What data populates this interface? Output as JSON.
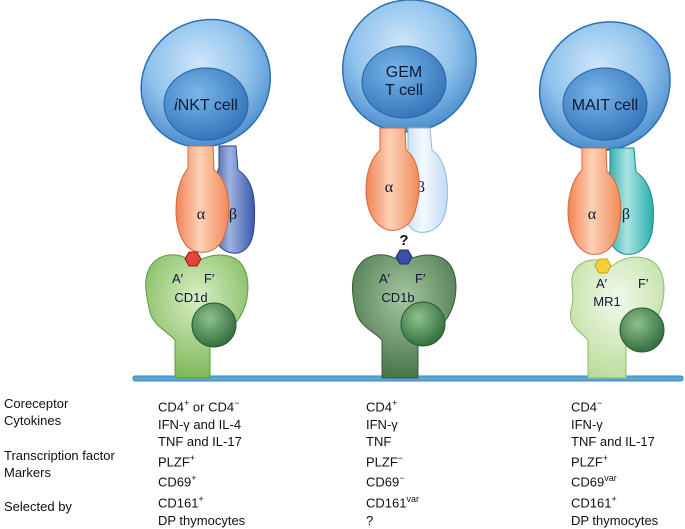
{
  "cells": [
    {
      "key": "inkt",
      "name_italic": "i",
      "name": "NKT cell",
      "chain_alpha": "α",
      "chain_beta": "β",
      "ligand_a": "A′",
      "ligand_f": "F′",
      "molecule": "CD1d"
    },
    {
      "key": "gem",
      "name_line1": "GEM",
      "name_line2": "T cell",
      "chain_alpha": "α",
      "chain_beta": "β",
      "antigen_unknown": "?",
      "ligand_a": "A′",
      "ligand_f": "F′",
      "molecule": "CD1b"
    },
    {
      "key": "mait",
      "name": "MAIT cell",
      "chain_alpha": "α",
      "chain_beta": "β",
      "ligand_a": "A′",
      "ligand_f": "F′",
      "molecule": "MR1"
    }
  ],
  "row_labels": [
    "Coreceptor",
    "Cytokines",
    "",
    "Transcription factor",
    "Markers",
    "",
    "Selected by"
  ],
  "columns": [
    [
      {
        "base": "CD4",
        "sup": "+",
        "tail": " or CD4",
        "tail_sup": "−"
      },
      {
        "base": "IFN-γ and IL-4"
      },
      {
        "base": "TNF and IL-17"
      },
      {
        "base": "PLZF",
        "sup": "+"
      },
      {
        "base": "CD69",
        "sup": "+"
      },
      {
        "base": "CD161",
        "sup": "+"
      },
      {
        "base": "DP thymocytes"
      }
    ],
    [
      {
        "base": "CD4",
        "sup": "+"
      },
      {
        "base": "IFN-γ"
      },
      {
        "base": "TNF"
      },
      {
        "base": "PLZF",
        "sup": "−"
      },
      {
        "base": "CD69",
        "sup": "−"
      },
      {
        "base": "CD161",
        "sup": "var"
      },
      {
        "base": "?"
      }
    ],
    [
      {
        "base": "CD4",
        "sup": "−"
      },
      {
        "base": "IFN-γ"
      },
      {
        "base": "TNF and IL-17"
      },
      {
        "base": "PLZF",
        "sup": "+"
      },
      {
        "base": "CD69",
        "sup": "var"
      },
      {
        "base": "CD161",
        "sup": "+"
      },
      {
        "base": "DP thymocytes"
      }
    ]
  ],
  "colors": {
    "cell_outer": "#3b82c8",
    "cell_nucleus": "#2f6fb6",
    "alpha_chain": "#f59a6e",
    "beta_inkt": "#3f5fae",
    "beta_gem": "#cfe3f5",
    "beta_mait": "#3bbcbc",
    "cd1d": "#8cc46a",
    "cd1b": "#4f7d4f",
    "mr1": "#cde6b0",
    "b2m": "#3d7a4a",
    "membrane": "#5aa6d8",
    "antigen_inkt": "#e0443a",
    "antigen_gem": "#3b4fa8",
    "antigen_mait": "#f5d038"
  }
}
